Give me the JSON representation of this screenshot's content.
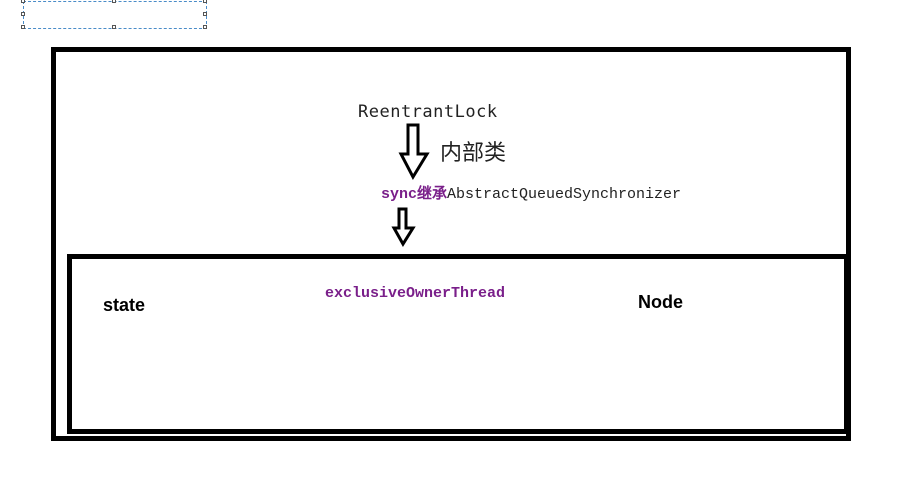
{
  "diagram": {
    "top_node": "ReentrantLock",
    "inner_class_label": "内部类",
    "sync_keyword": "sync继承",
    "sync_parent": "AbstractQueuedSynchronizer",
    "fields": {
      "state": "state",
      "owner_thread": "exclusiveOwnerThread",
      "node": "Node"
    }
  },
  "colors": {
    "keyword": "#7a1f8a",
    "border": "#000000",
    "selection": "#4a8cc8"
  }
}
